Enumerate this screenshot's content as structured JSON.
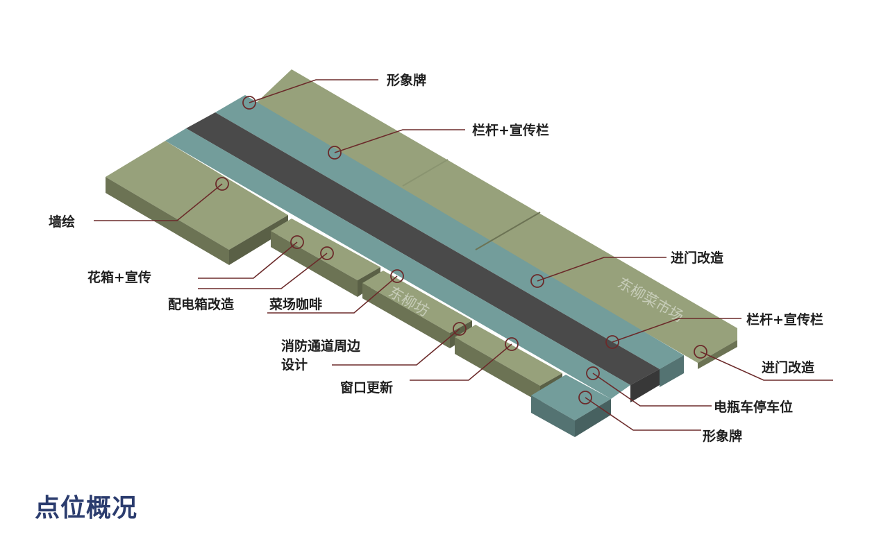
{
  "page_title": "点位概况",
  "zone_labels": {
    "dongliu_fang": "东柳坊",
    "dongliu_market": "东柳菜市场"
  },
  "callouts": {
    "image_sign_top": "形象牌",
    "railing_board_top": "栏杆+宣传栏",
    "wall_painting": "墙绘",
    "flower_box": "花箱+宣传",
    "power_box": "配电箱改造",
    "market_cafe": "菜场咖啡",
    "fire_lane_line1": "消防通道周边",
    "fire_lane_line2": "设计",
    "window_update": "窗口更新",
    "entrance_reno_mid": "进门改造",
    "railing_board_right": "栏杆+宣传栏",
    "entrance_reno_right": "进门改造",
    "ebike_parking": "电瓶车停车位",
    "image_sign_bottom": "形象牌"
  },
  "colors": {
    "block_top": "#97a17b",
    "block_side": "#6c7354",
    "block_side_dark": "#5a6046",
    "walkway": "#739d9b",
    "walkway_side": "#547372",
    "road": "#4a4a4a",
    "leader": "#6b2a2a",
    "title": "#2b3c6e"
  }
}
